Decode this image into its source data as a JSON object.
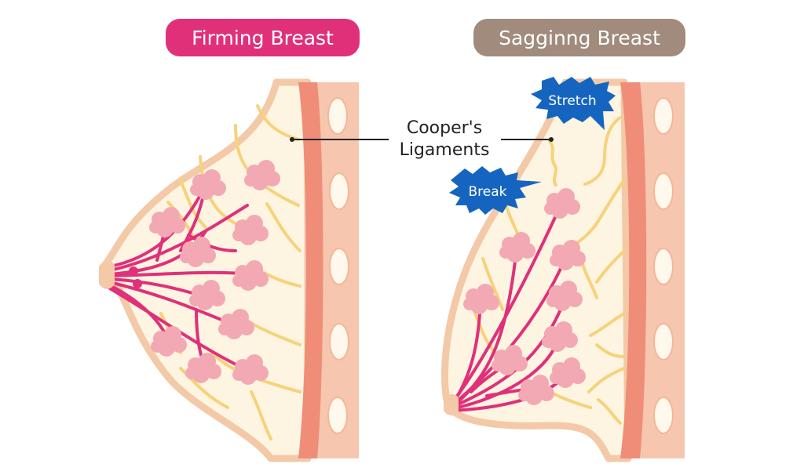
{
  "titles": {
    "firming": "Firming Breast",
    "sagging": "Sagginng Breast"
  },
  "callouts": {
    "ligaments_line1": "Cooper's",
    "ligaments_line2": "Ligaments",
    "stretch": "Stretch",
    "break": "Break"
  },
  "colors": {
    "firming_badge": "#e0307a",
    "sagging_badge": "#a08b7c",
    "burst": "#1565c0",
    "skin": "#f3c9a8",
    "fat": "#fdf5e2",
    "ligament": "#f6d27a",
    "gland": "#f2a9b3",
    "duct": "#e0307a",
    "muscle": "#f08d78",
    "rib": "#fff8ec",
    "chest_wall": "#f6c7ae"
  }
}
